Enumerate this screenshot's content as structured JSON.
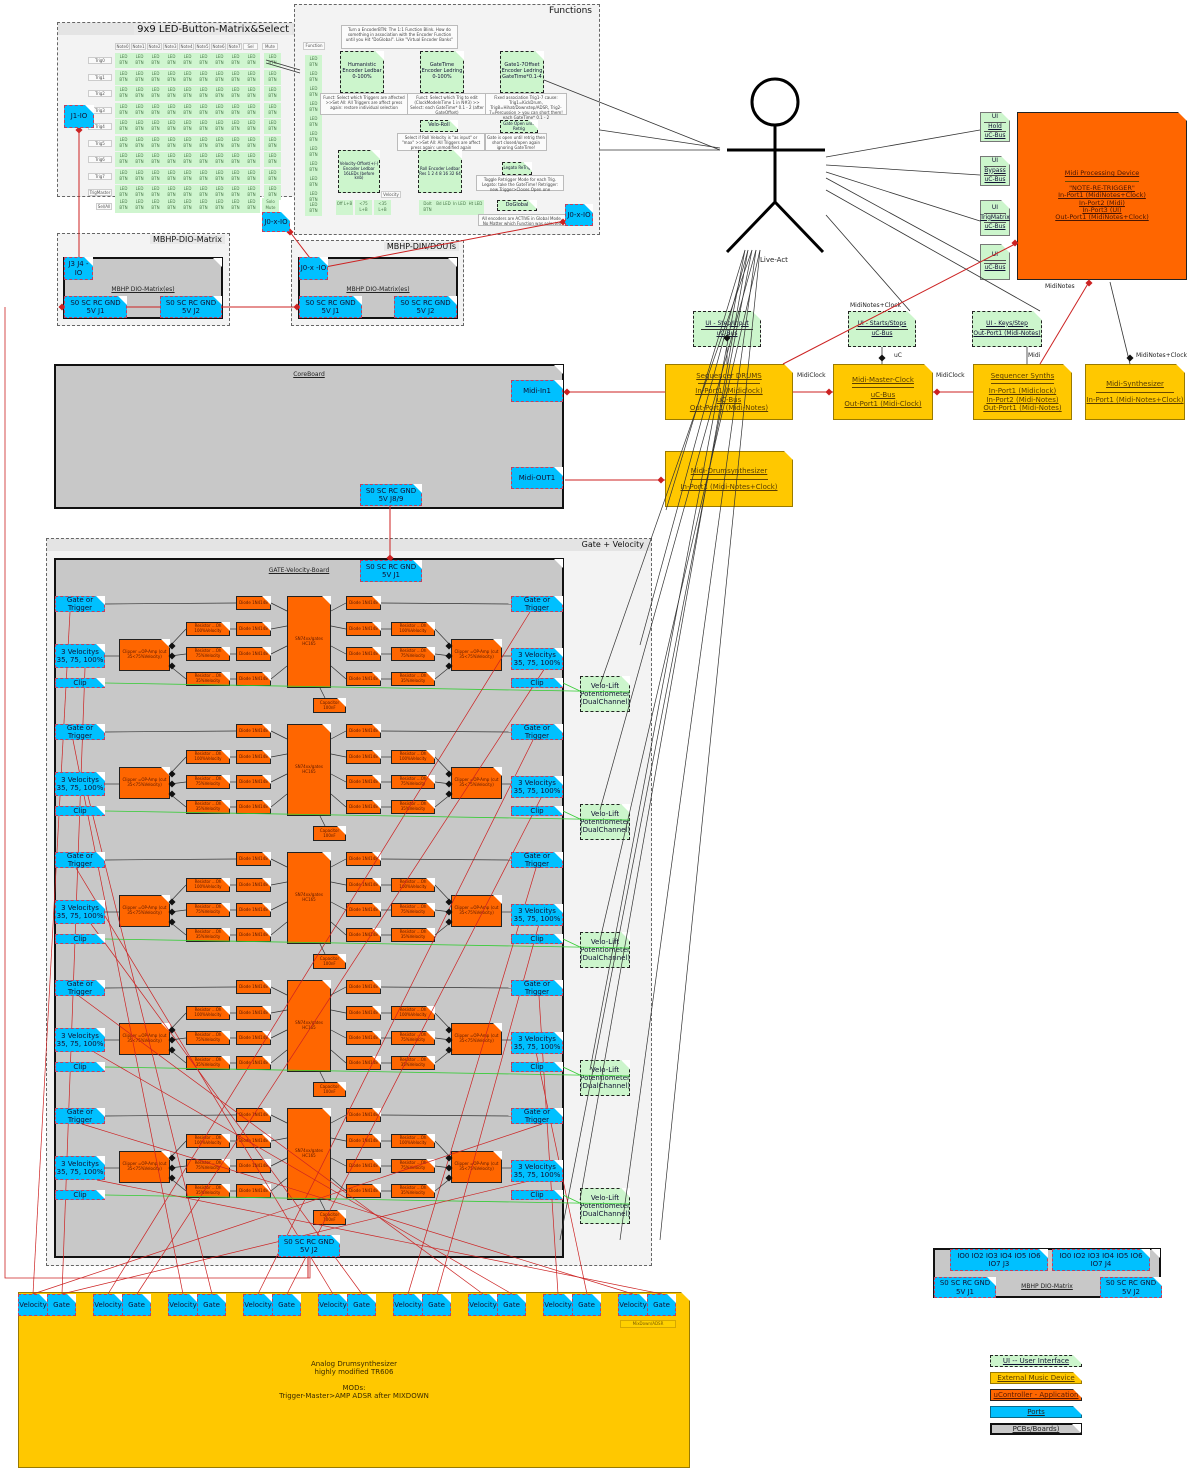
{
  "matrix": {
    "title": "9x9 LED-Button-Matrix&Select",
    "col_headers": [
      "Note0",
      "Note1",
      "Note2",
      "Note3",
      "Note4",
      "Note5",
      "Note6",
      "Note7",
      "Sel"
    ],
    "row_headers": [
      "Trig0",
      "Trig1",
      "Trig2",
      "Trig3",
      "Trig4",
      "Trig5",
      "Trig6",
      "Trig7",
      "TrigMaster"
    ],
    "mute_label": "Mute",
    "solo_mute_label": "Solo Mute",
    "select_row_label": "Sel/All",
    "cell_label": "LED BTN",
    "port_j1": "J1-IO",
    "port_j0": "J0-x-IO"
  },
  "functions": {
    "title": "Functions",
    "function_label": "Function",
    "intro": "Turn a EncoderBTN: The 1:1 Function Blink. How do something in association with the Encoder Function until you Hit \"DoGlobal\". Like \"Virtual Encoder Banks\"",
    "humanistic": "Humanistic Encoder Ledbar 0-100%",
    "gatetime": "GateTime Encoder Ledring 0-100%",
    "gate_offset": "Gate1-7Offset Encoder Ledring GateTime*0.1-4",
    "func_note1": "Funct: Select which Triggers are affected >>Set All: All Triggers are affect press again: restore individual selection",
    "func_note2": "Funct: Select which Trig to edit (ClockModeInTime 1 in N#3) >> Select: each GateTime* 0.1 - 2 (after GateOffset)",
    "func_note3": "Fixed association Trig1-7 cause: Trig1=KickDrum, Trig8=Hihat/Downstep/ADSR, Trig2-7=Percussion > you can short them! each GateTime* 0.1 - 2",
    "velo_roll": "Velo-Roll",
    "gate_open": "Gate Open until Retrig",
    "velo_note": "Select if Roll Velocity is \"as input\" or \"max\" >>Set All: All Triggers are affect press again: unmodified again",
    "gate_note": "Gate is open until retrig then short closed/open again ignoring GateTime!",
    "velocity_offset": "Velocity-Offset(+/-) Encoder Ledbar 16LEDs (before knb)",
    "roll": "Roll Encoder Ledbar Res 1 2 4 8 16 32 64",
    "legato": "Legato ReTrig",
    "legato_note": "Toggle Retrigger Mode for each Trig. Legato: take the GateTime! Retrigger: new Trigger>Closes Open one",
    "doglobal": "DoGlobal",
    "doglobal_note": "All encoders are ACTIVE in Global Mode, No Matter which Function was selected",
    "velocity_label": "Velocity",
    "velo_buttons": [
      "Off L+B",
      "<75 L+B",
      "<35 L+B"
    ],
    "doit_buttons": [
      "DoIt BTN",
      "Bd LED",
      "In LED",
      "Ht LED"
    ],
    "port_j0": "J0-x-IO"
  },
  "dio_matrix": {
    "title": "MBHP-DIO-Matrix",
    "board": "MBHP DIO-Matrix(es)",
    "io_port": "J3 J4 -IO",
    "j1": "S0 SC RC GND 5V J1",
    "j2": "S0 SC RC GND 5V J2"
  },
  "din_douts": {
    "title": "MBHP-DIN/DOUTs",
    "board": "MBHP DIO-Matrix(es)",
    "io_port": "J0-x -IO",
    "j1": "S0 SC RC GND 5V J1",
    "j2": "S0 SC RC GND 5V J2"
  },
  "coreboard": {
    "title": "CoreBoard",
    "midi_in": "Midi-In1",
    "midi_out": "Midi-OUT1",
    "j89": "S0 SC RC GND 5V J8/9"
  },
  "actor": {
    "label": "Live-Act"
  },
  "ui_devices": [
    {
      "top": "UI",
      "mid": "Hold",
      "bottom": "uC-Bus"
    },
    {
      "top": "UI",
      "mid": "Bypass",
      "bottom": "uC-Bus"
    },
    {
      "top": "UI",
      "mid": "TrigMatrix",
      "bottom": "uC-Bus"
    },
    {
      "top": "UI",
      "mid": "",
      "bottom": "uC-Bus"
    }
  ],
  "midi_processing": {
    "lines": [
      "Midi Processing Device",
      "\"NOTE-RE-TRIGGER\"",
      "In-Port1 (MidiNotes+Clock)",
      "In-Port2 (Midi)",
      "In-Port3 (UI)",
      "Out-Port1 (MidiNotes+Clock)"
    ],
    "midinotes_label": "MidiNotes"
  },
  "ui_step_input": {
    "title": "UI - Step/Input",
    "bus": "uC-Bus"
  },
  "ui_starts_stops": {
    "title": "UI - Starts/Stops",
    "bus": "uC-Bus",
    "label_above": "MidiNotes+Clock",
    "label_uc": "uC"
  },
  "ui_keys_step": {
    "title": "UI - Keys/Step",
    "port": "Out-Port1 (Midi-Notes)",
    "label_midi": "Midi"
  },
  "seq_drums": {
    "lines": [
      "Sequencer DRUMS",
      "In-Port1 (Midiclock)",
      "uC-Bus",
      "Out-Port1 (Midi-Notes)"
    ]
  },
  "master_clock": {
    "lines": [
      "Midi-Master-Clock",
      "uC-Bus",
      "Out-Port1 (Midi-Clock)"
    ]
  },
  "seq_synths": {
    "lines": [
      "Sequencer Synths",
      "In-Port1 (Midiclock)",
      "In-Port2 (Midi-Notes)",
      "Out-Port1 (Midi-Notes)"
    ]
  },
  "midi_synth": {
    "lines": [
      "Midi-Synthesizer",
      "In-Port1 (Midi-Notes+Clock)"
    ],
    "label_above": "MidiNotes+Clock"
  },
  "midi_drumsynth": {
    "lines": [
      "Midi-Drumsynthesizer",
      "In-Port1 (Midi-Notes+Clock)"
    ]
  },
  "connector_labels": {
    "midiclock_1": "MidiClock",
    "midiclock_2": "MidiClock"
  },
  "gate_velocity": {
    "title": "Gate + Velocity",
    "board": "GATE-Velocity-Board",
    "j1": "S0 SC RC GND 5V J1",
    "j2": "S0 SC RC GND 5V J2",
    "gate_or_trigger": "Gate or Trigger",
    "velocitys": "3 Velocitys 35, 75, 100%",
    "clip": "Clip",
    "clipper": "Clipper =OP-Amp (cut 35<75%Velocity)",
    "resistors": [
      "Resistor ...Oh 100%Velocity",
      "Resistor ...Oh 75%Velocity",
      "Resistor ...Oh 35%Velocity"
    ],
    "diode": "Diode 1N4148",
    "shift": "SN74xx/gates HC165",
    "capacitor": "Capacitor 100nF",
    "velo_lift": "Velo-Lift Potentiometer (DualChannel)",
    "channel_count": 5
  },
  "drumsynth": {
    "ports": [
      "Velocity",
      "Gate"
    ],
    "pair_count": 9,
    "mixdown_tag": "MixDown/ADSR",
    "desc": [
      "Analog Drumsynthesizer",
      "highly modified TR606",
      "",
      "MODs:",
      "Trigger-Master>AMP ADSR after MIXDOWN"
    ]
  },
  "dio_matrix_legend_board": {
    "j3": "IO0 IO2 IO3 IO4 IO5 IO6 IO7 J3",
    "j4": "IO0 IO2 IO3 IO4 IO5 IO6 IO7 J4",
    "j1": "S0 SC RC GND 5V J1",
    "j2": "S0 SC RC GND 5V J2",
    "title": "MBHP DIO-Matrix"
  },
  "legend": {
    "items": [
      "UI -- User Interface",
      "External Music Device",
      "uController - Application",
      "Ports",
      "PCBs/Boards)"
    ]
  },
  "colors": {
    "external": "#ffc800",
    "ucontroller": "#ff6600",
    "port": "#00c0ff",
    "ui": "#ccf5cc",
    "board": "#c8c8c8",
    "wire_red": "#cc2222",
    "wire_green": "#33cc33"
  }
}
